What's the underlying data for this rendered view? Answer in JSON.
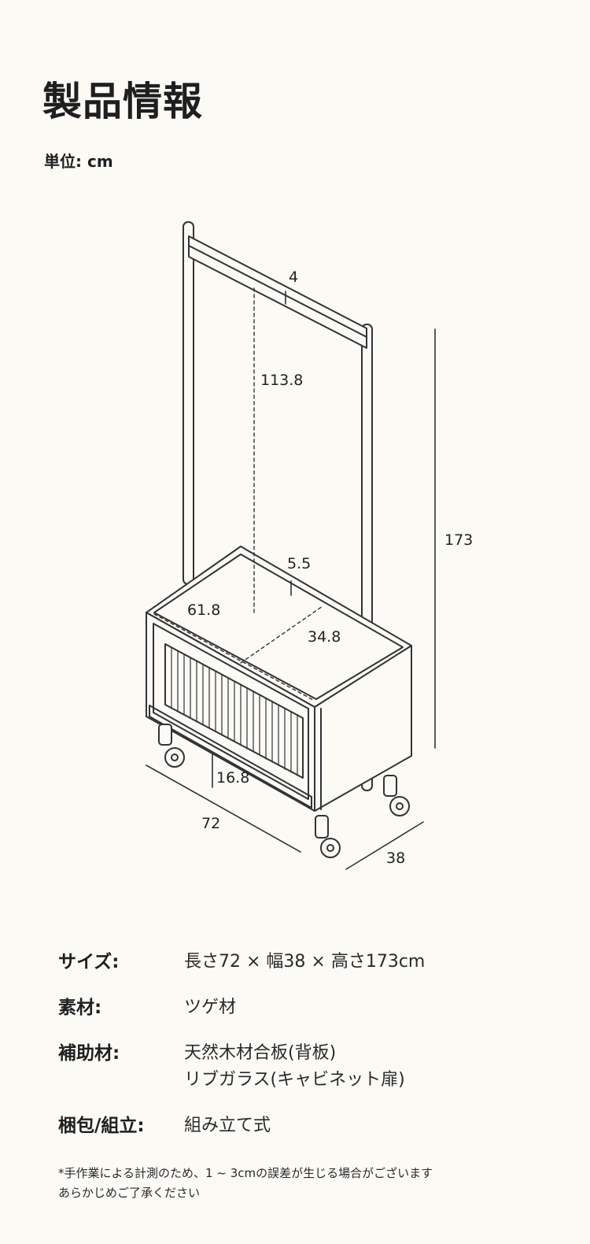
{
  "header": {
    "title": "製品情報",
    "unit": "単位: cm"
  },
  "diagram": {
    "dimensions": {
      "rail_depth": "4",
      "hanging_height": "113.8",
      "total_height": "173",
      "box_inner_depth": "5.5",
      "inner_width": "61.8",
      "inner_depth": "34.8",
      "clearance": "16.8",
      "width": "72",
      "depth": "38"
    }
  },
  "specs": [
    {
      "label": "サイズ:",
      "values": [
        "長さ72 × 幅38 × 高さ173cm"
      ]
    },
    {
      "label": "素材:",
      "values": [
        "ツゲ材"
      ]
    },
    {
      "label": "補助材:",
      "values": [
        "天然木材合板(背板)",
        "リブガラス(キャビネット扉)"
      ]
    },
    {
      "label": "梱包/組立:",
      "values": [
        "組み立て式"
      ]
    }
  ],
  "note": {
    "line1": "*手作業による計測のため、1 ~ 3cmの誤差が生じる場合がございます",
    "line2": "あらかじめご了承ください"
  },
  "colors": {
    "background": "#fbfaf5",
    "text": "#1f1f1f",
    "line": "#333333"
  }
}
